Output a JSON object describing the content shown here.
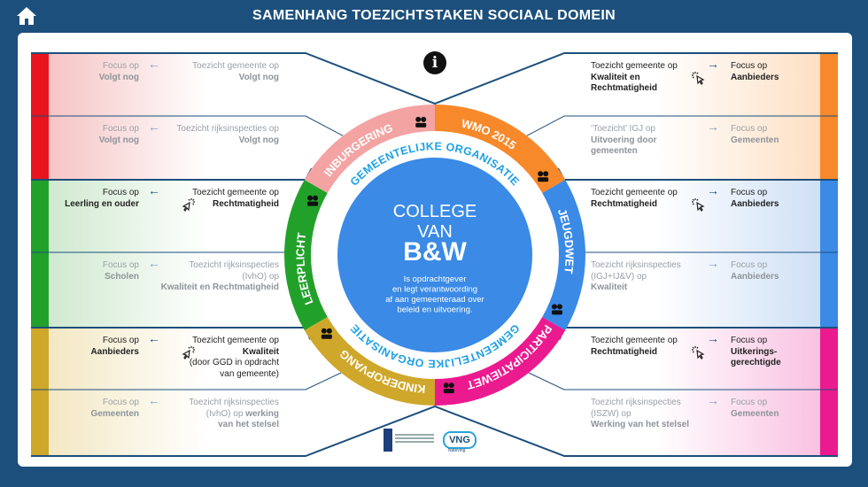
{
  "header": {
    "title": "SAMENHANG TOEZICHTSTAKEN SOCIAAL DOMEIN",
    "home_icon": "home-icon"
  },
  "center": {
    "line1": "COLLEGE",
    "line2": "VAN",
    "line3": "B&W",
    "description": [
      "Is opdrachtgever",
      "en legt verantwoording",
      "af aan gemeenteraad over",
      "beleid en uitvoering."
    ],
    "inner_ring_label": "GEMEENTELIJKE ORGANISATIE",
    "inner_ring_color": "#1ea0e6",
    "circle_color": "#3a8ae6"
  },
  "segments": [
    {
      "label": "WMO 2015",
      "color": "#f7892a",
      "icon": "house-in-hand-icon"
    },
    {
      "label": "JEUGDWET",
      "color": "#3a8ae6",
      "icon": "family-icon"
    },
    {
      "label": "PARTICIPATIEWET",
      "color": "#ec1a8f",
      "icon": "scale-eye-icon"
    },
    {
      "label": "KINDEROPVANG",
      "color": "#cfa72a",
      "icon": "rocking-horse-icon"
    },
    {
      "label": "LEERPLICHT",
      "color": "#22a12a",
      "icon": "school-bag-icon"
    },
    {
      "label": "INBURGERING",
      "color": "#f4a3a3",
      "icon": "people-group-icon"
    }
  ],
  "left_groups": [
    {
      "color": "#e8141e",
      "tint": "#f6c4c4",
      "rows": [
        {
          "active": false,
          "focus": [
            [
              {
                "t": "Focus op"
              }
            ],
            [
              {
                "t": "Volgt nog",
                "b": true
              }
            ]
          ],
          "toezicht": [
            [
              {
                "t": "Toezicht gemeente op"
              }
            ],
            [
              {
                "t": "Volgt nog",
                "b": true
              }
            ]
          ]
        },
        {
          "active": false,
          "focus": [
            [
              {
                "t": "Focus op"
              }
            ],
            [
              {
                "t": "Volgt nog",
                "b": true
              }
            ]
          ],
          "toezicht": [
            [
              {
                "t": "Toezicht rijksinspecties op"
              }
            ],
            [
              {
                "t": "Volgt nog",
                "b": true
              }
            ]
          ]
        }
      ]
    },
    {
      "color": "#22a12a",
      "tint": "#cfe9cf",
      "rows": [
        {
          "active": true,
          "focus": [
            [
              {
                "t": "Focus op"
              }
            ],
            [
              {
                "t": "Leerling en ouder",
                "b": true
              }
            ]
          ],
          "toezicht": [
            [
              {
                "t": "Toezicht gemeente op"
              }
            ],
            [
              {
                "t": "Rechtmatigheid",
                "b": true
              }
            ]
          ]
        },
        {
          "active": false,
          "focus": [
            [
              {
                "t": "Focus op"
              }
            ],
            [
              {
                "t": "Scholen",
                "b": true
              }
            ]
          ],
          "toezicht": [
            [
              {
                "t": "Toezicht rijksinspecties"
              }
            ],
            [
              {
                "t": "(IvhO) op"
              }
            ],
            [
              {
                "t": "Kwaliteit en Rechtmatigheid",
                "b": true
              }
            ]
          ]
        }
      ]
    },
    {
      "color": "#cfa72a",
      "tint": "#f3e8c4",
      "rows": [
        {
          "active": true,
          "focus": [
            [
              {
                "t": "Focus op"
              }
            ],
            [
              {
                "t": "Aanbieders",
                "b": true
              }
            ]
          ],
          "toezicht": [
            [
              {
                "t": "Toezicht gemeente op"
              }
            ],
            [
              {
                "t": "Kwaliteit",
                "b": true
              }
            ],
            [
              {
                "t": "(door GGD in opdracht"
              }
            ],
            [
              {
                "t": "van gemeente)"
              }
            ]
          ]
        },
        {
          "active": false,
          "focus": [
            [
              {
                "t": "Focus op"
              }
            ],
            [
              {
                "t": "Gemeenten",
                "b": true
              }
            ]
          ],
          "toezicht": [
            [
              {
                "t": "Toezicht rijksinspecties"
              }
            ],
            [
              {
                "t": "(IvhO) op "
              },
              {
                "t": "werking",
                "b": true
              }
            ],
            [
              {
                "t": "van het stelsel",
                "b": true
              }
            ]
          ]
        }
      ]
    }
  ],
  "right_groups": [
    {
      "color": "#f7892a",
      "tint": "#fde0c4",
      "rows": [
        {
          "active": true,
          "toezicht": [
            [
              {
                "t": "Toezicht gemeente op"
              }
            ],
            [
              {
                "t": "Kwaliteit en",
                "b": true
              }
            ],
            [
              {
                "t": "Rechtmatigheid",
                "b": true
              }
            ]
          ],
          "focus": [
            [
              {
                "t": "Focus op"
              }
            ],
            [
              {
                "t": "Aanbieders",
                "b": true
              }
            ]
          ]
        },
        {
          "active": false,
          "toezicht": [
            [
              {
                "t": "‘Toezicht’ IGJ op"
              }
            ],
            [
              {
                "t": "Uitvoering door",
                "b": true
              }
            ],
            [
              {
                "t": "gemeenten",
                "b": true
              }
            ]
          ],
          "focus": [
            [
              {
                "t": "Focus op"
              }
            ],
            [
              {
                "t": "Gemeenten",
                "b": true
              }
            ]
          ]
        }
      ]
    },
    {
      "color": "#3a8ae6",
      "tint": "#cfe0f6",
      "rows": [
        {
          "active": true,
          "toezicht": [
            [
              {
                "t": "Toezicht gemeente op"
              }
            ],
            [
              {
                "t": "Rechtmatigheid",
                "b": true
              }
            ]
          ],
          "focus": [
            [
              {
                "t": "Focus op"
              }
            ],
            [
              {
                "t": "Aanbieders",
                "b": true
              }
            ]
          ]
        },
        {
          "active": false,
          "toezicht": [
            [
              {
                "t": "Toezicht rijksinspecties"
              }
            ],
            [
              {
                "t": "(IGJ+IJ&V) op"
              }
            ],
            [
              {
                "t": "Kwaliteit",
                "b": true
              }
            ]
          ],
          "focus": [
            [
              {
                "t": "Focus op"
              }
            ],
            [
              {
                "t": "Aanbieders",
                "b": true
              }
            ]
          ]
        }
      ]
    },
    {
      "color": "#ec1a8f",
      "tint": "#f9c2e2",
      "rows": [
        {
          "active": true,
          "toezicht": [
            [
              {
                "t": "Toezicht gemeente op"
              }
            ],
            [
              {
                "t": "Rechtmatigheid",
                "b": true
              }
            ]
          ],
          "focus": [
            [
              {
                "t": "Focus op"
              }
            ],
            [
              {
                "t": "Uitkerings-",
                "b": true
              }
            ],
            [
              {
                "t": "gerechtigde",
                "b": true
              }
            ]
          ]
        },
        {
          "active": false,
          "toezicht": [
            [
              {
                "t": "Toezicht rijksinspecties"
              }
            ],
            [
              {
                "t": "(ISZW) op"
              }
            ],
            [
              {
                "t": "Werking van het stelsel",
                "b": true
              }
            ]
          ],
          "focus": [
            [
              {
                "t": "Focus op"
              }
            ],
            [
              {
                "t": "Gemeenten",
                "b": true
              }
            ]
          ]
        }
      ]
    }
  ],
  "footer": {
    "vng_logo": "VNG",
    "vng_sub": "Naleving"
  },
  "line_color": "#1c4f7c"
}
